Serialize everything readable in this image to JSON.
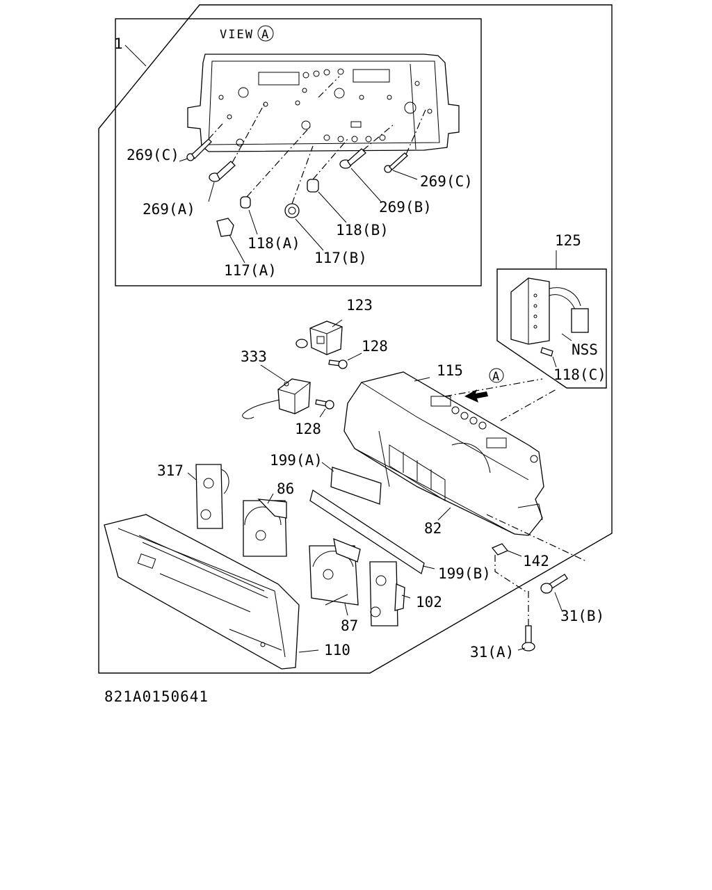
{
  "view": {
    "prefix": "VIEW",
    "letter": "A"
  },
  "arrow_marker": "A",
  "labels": {
    "l1": "1",
    "l269c_left": "269(C)",
    "l269c_right": "269(C)",
    "l269a": "269(A)",
    "l269b": "269(B)",
    "l118a": "118(A)",
    "l118b": "118(B)",
    "l117a": "117(A)",
    "l117b": "117(B)",
    "l125": "125",
    "lnss": "NSS",
    "l118c": "118(C)",
    "l123": "123",
    "l128_top": "128",
    "l333": "333",
    "l128_bottom": "128",
    "l115": "115",
    "l199a": "199(A)",
    "l317": "317",
    "l86": "86",
    "l82": "82",
    "l142": "142",
    "l199b": "199(B)",
    "l102": "102",
    "l87": "87",
    "l110": "110",
    "l31b": "31(B)",
    "l31a": "31(A)"
  },
  "diagram_code": "821A0150641"
}
